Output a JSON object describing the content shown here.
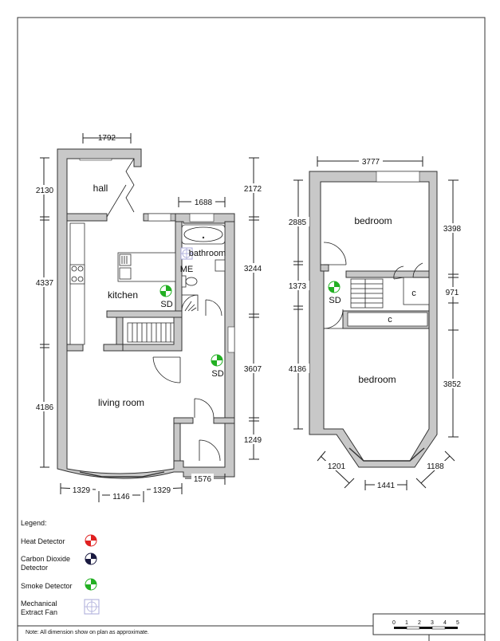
{
  "labels": {
    "ground_dims": {
      "top_width": "1792",
      "hall_h": "2130",
      "kitchen_h": "4337",
      "living_h": "4186",
      "bath_w": "1688",
      "right_top": "2172",
      "right_bath": "3244",
      "right_mid": "3607",
      "right_bottom": "1249",
      "bottom_left": "1329",
      "bottom_mid": "1146",
      "bottom_right": "1329",
      "bottom_porch": "1576"
    },
    "first_dims": {
      "top_width": "3777",
      "left_top": "2885",
      "left_mid": "1373",
      "left_bottom": "4186",
      "right_top": "3398",
      "right_mid": "971",
      "right_bottom": "3852",
      "bay_left": "1201",
      "bay_mid": "1441",
      "bay_right": "1188"
    },
    "rooms": {
      "hall": "hall",
      "kitchen": "kitchen",
      "bathroom": "bathroom",
      "living_room": "living room",
      "bedroom_top": "bedroom",
      "bedroom_bottom": "bedroom",
      "cupboard_a": "c",
      "cupboard_b": "c"
    },
    "markers": {
      "me": "ME",
      "sd_kitchen": "SD",
      "sd_hall": "SD",
      "sd_landing": "SD"
    }
  },
  "legend": {
    "title": "Legend:",
    "heat": "Heat Detector",
    "co_line1": "Carbon Dioxide",
    "co_line2": "Detector",
    "smoke": "Smoke Detector",
    "fan_line1": "Mechanical",
    "fan_line2": "Extract Fan"
  },
  "scale_bar": {
    "ticks": [
      "0",
      "1",
      "2",
      "3",
      "4",
      "5"
    ]
  },
  "note": "Note: All dimension show on plan as approximate.",
  "colors": {
    "heat": "#e02020",
    "co": "#1a1a40",
    "smoke": "#22b022",
    "fan": "#a8a8d8",
    "wall": "#c8c8c8"
  }
}
